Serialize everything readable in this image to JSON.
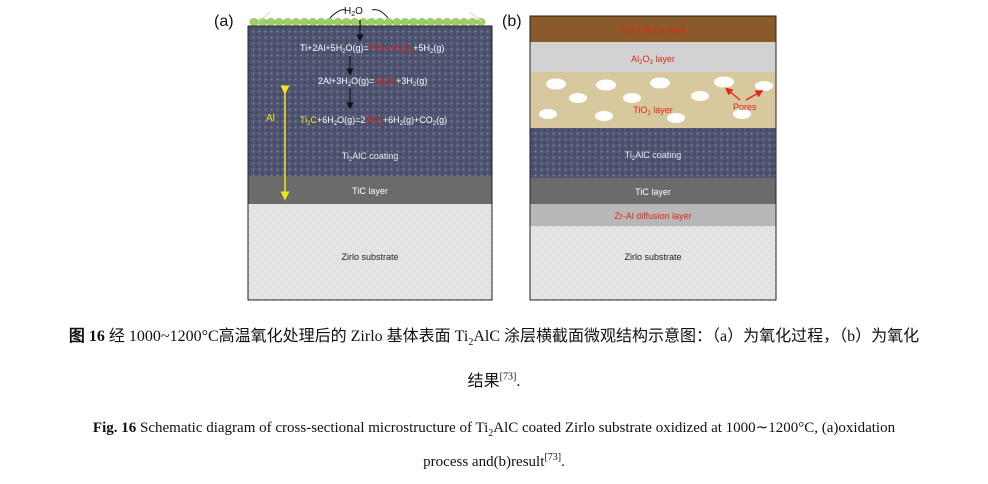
{
  "panel_a": {
    "label": "(a)",
    "water": "H",
    "water_sub": "2",
    "water_o": "O",
    "reactions": [
      {
        "parts": [
          {
            "t": "Ti+2Al+5H"
          },
          {
            "t": "2",
            "sub": true
          },
          {
            "t": "O(g)="
          },
          {
            "t": "TiO",
            "red": true
          },
          {
            "t": "2",
            "sub": true,
            "red": true
          },
          {
            "t": "+Al",
            "red": true
          },
          {
            "t": "2",
            "sub": true,
            "red": true
          },
          {
            "t": "O",
            "red": true
          },
          {
            "t": "3",
            "sub": true,
            "red": true
          },
          {
            "t": "+5H"
          },
          {
            "t": "2",
            "sub": true
          },
          {
            "t": "(g)"
          }
        ]
      },
      {
        "parts": [
          {
            "t": "2Al+3H"
          },
          {
            "t": "2",
            "sub": true
          },
          {
            "t": "O(g)="
          },
          {
            "t": "Al",
            "red": true
          },
          {
            "t": "2",
            "sub": true,
            "red": true
          },
          {
            "t": "O",
            "red": true
          },
          {
            "t": "3",
            "sub": true,
            "red": true
          },
          {
            "t": "+3H"
          },
          {
            "t": "2",
            "sub": true
          },
          {
            "t": "(g)"
          }
        ]
      },
      {
        "parts": [
          {
            "t": "Ti",
            "yellow": true
          },
          {
            "t": "2",
            "sub": true,
            "yellow": true
          },
          {
            "t": "C",
            "yellow": true
          },
          {
            "t": "+6H"
          },
          {
            "t": "2",
            "sub": true
          },
          {
            "t": "O(g)=2"
          },
          {
            "t": "TiO",
            "red": true
          },
          {
            "t": "2",
            "sub": true,
            "red": true
          },
          {
            "t": "+6H"
          },
          {
            "t": "2",
            "sub": true
          },
          {
            "t": "(g)+CO"
          },
          {
            "t": "2",
            "sub": true
          },
          {
            "t": "(g)"
          }
        ]
      }
    ],
    "al_label": "Al",
    "coating": "Ti",
    "coating_sub": "2",
    "coating_rest": "AlC coating",
    "tic": "TiC layer",
    "substrate": "Zirlo substrate"
  },
  "panel_b": {
    "label": "(b)",
    "top_layer_a": "TiO",
    "top_layer_sub1": "2",
    "top_layer_b": "+Al",
    "top_layer_sub2": "2",
    "top_layer_c": "O",
    "top_layer_sub3": "3",
    "top_layer_d": " layer",
    "al2o3_a": "Al",
    "al2o3_sub1": "2",
    "al2o3_b": "O",
    "al2o3_sub2": "3",
    "al2o3_c": " layer",
    "tio2_a": "TiO",
    "tio2_sub": "2",
    "tio2_b": " layer",
    "pores": "Pores",
    "coating": "Ti",
    "coating_sub": "2",
    "coating_rest": "AlC coating",
    "tic": "TiC layer",
    "diffusion": "Zr-Al diffusion layer",
    "substrate": "Zirlo substrate"
  },
  "caption": {
    "zh_label": "图 16",
    "zh_line1": " 经 1000~1200°C高温氧化处理后的 Zirlo 基体表面 Ti",
    "zh_sub": "2",
    "zh_line1b": "AlC 涂层横截面微观结构示意图：（a）为氧化过程，（b）为氧化",
    "zh_line2": "结果",
    "zh_ref": "[73]",
    "zh_end": ".",
    "en_label": "Fig. 16",
    "en_line1": " Schematic diagram of cross-sectional microstructure of Ti",
    "en_sub": "2",
    "en_line1b": "AlC coated Zirlo substrate oxidized at 1000∼1200°C, (a)oxidation",
    "en_line2": "process and(b)result",
    "en_ref": "[73]",
    "en_end": "."
  },
  "colors": {
    "coating": "#4e5470",
    "tic": "#6b6b6b",
    "substrate": "#e4e4e4",
    "oxide_top": "#8b5a2b",
    "al2o3": "#d2d2d2",
    "tio2": "#d8c89e",
    "diffusion": "#b8b8b8",
    "red": "#e0261a",
    "yellow": "#f5e51a",
    "bubble": "#9ccf6a"
  }
}
